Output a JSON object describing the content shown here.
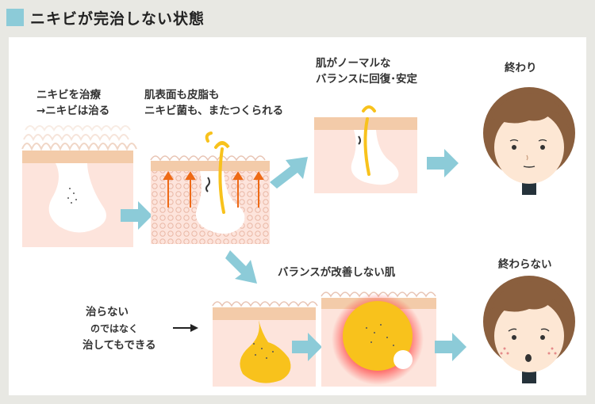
{
  "title": "ニキビが完治しない状態",
  "colors": {
    "accent": "#8ccbd8",
    "arrow": "#8ccbd8",
    "skin_top": "#f3cba9",
    "skin_body": "#fde4dc",
    "sebum": "#f8c21c",
    "inflammation": "#ee2222",
    "up_arrow": "#ee6a16"
  },
  "labels": {
    "step1_line1": "ニキビを治療",
    "step1_line2": "→ニキビは治る",
    "step2_line1": "肌表面も皮脂も",
    "step2_line2": "ニキビ菌も、またつくられる",
    "step3_line1": "肌がノーマルな",
    "step3_line2": "バランスに回復･安定",
    "end_good": "終わり",
    "bad_balance": "バランスが改善しない肌",
    "end_bad": "終わらない",
    "note_line1": "治らない",
    "note_line2": "のではなく",
    "note_line3": "治してもできる"
  },
  "icons": {
    "flow_arrow": "flow-arrow-icon",
    "sebum_drop": "sebum-drop-icon",
    "face_happy": "face-calm-icon",
    "face_worried": "face-worried-icon",
    "pointer": "right-pointer-icon"
  }
}
